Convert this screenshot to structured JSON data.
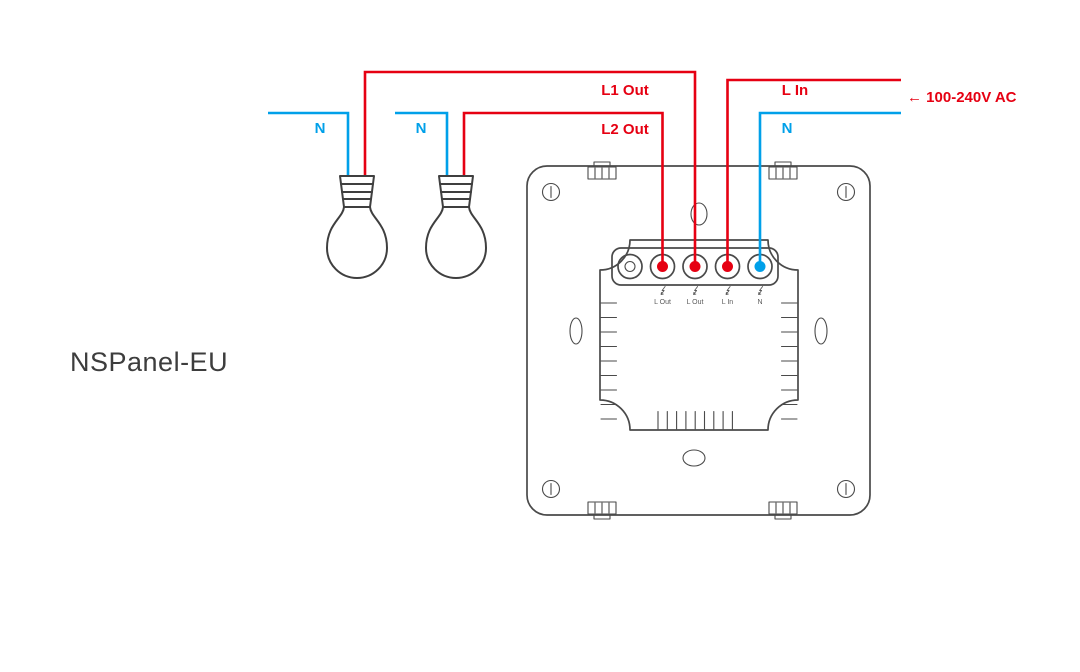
{
  "diagram": {
    "device_label": "NSPanel-EU",
    "supply_label": "← 100-240V AC",
    "wire_labels": {
      "l1_out": "L1 Out",
      "l2_out": "L2 Out",
      "l_in": "L In",
      "n_bulb1": "N",
      "n_bulb2": "N",
      "n_supply": "N"
    },
    "terminal_labels": [
      "L Out",
      "L Out",
      "L In",
      "N"
    ],
    "colors": {
      "live_wire": "#e60012",
      "neutral_wire": "#00a0e9",
      "panel_outline": "#4a4a4a",
      "device_text": "#3d3d3d"
    }
  }
}
